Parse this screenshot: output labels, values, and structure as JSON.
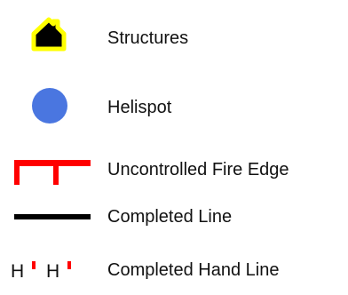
{
  "legend": {
    "items": [
      {
        "id": "structures",
        "label": "Structures",
        "symbol": "house-icon",
        "color": "#000000",
        "outline_color": "#ffff00"
      },
      {
        "id": "helispot",
        "label": "Helispot",
        "symbol": "blue-circle",
        "color": "#4a76e0"
      },
      {
        "id": "uncontrolled-fire-edge",
        "label": "Uncontrolled Fire Edge",
        "symbol": "red-line-with-ticks",
        "color": "#ff0000"
      },
      {
        "id": "completed-line",
        "label": "Completed Line",
        "symbol": "black-solid-line",
        "color": "#000000"
      },
      {
        "id": "completed-hand-line",
        "label": "Completed Hand Line",
        "symbol_text": "H ‑ H ‑",
        "symbol": "h-dash-pattern",
        "color": "#000000",
        "tick_color": "#ff0000"
      }
    ]
  }
}
